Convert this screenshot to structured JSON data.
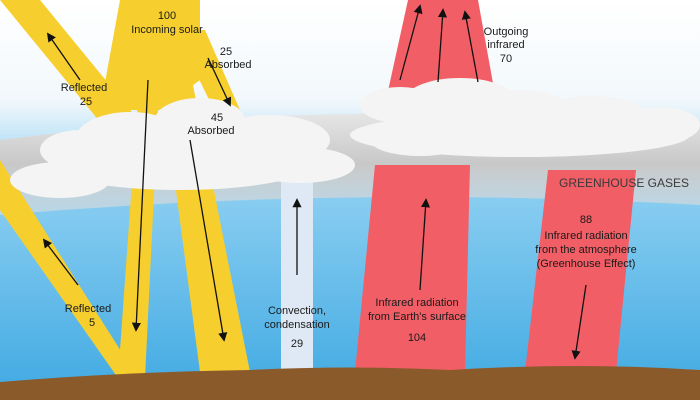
{
  "colors": {
    "sky_top": "#ffffff",
    "sky_mid": "#cfe9f7",
    "sky_bottom": "#4fb3e8",
    "ground": "#8b5a2b",
    "solar": "#f6cf2e",
    "infrared": "#f25e66",
    "convection": "#dfe9f5",
    "cloud": "#f4f4f4",
    "atmosphere_band": "#cfcfcf",
    "arrow": "#111111"
  },
  "labels": {
    "incoming_value": "100",
    "incoming_text": "Incoming solar",
    "absorbed_top_value": "25",
    "absorbed_top_text": "Absorbed",
    "reflected_top_text": "Reflected",
    "reflected_top_value": "25",
    "absorbed_mid_value": "45",
    "absorbed_mid_text": "Absorbed",
    "reflected_bottom_text": "Reflected",
    "reflected_bottom_value": "5",
    "outgoing_line1": "Outgoing",
    "outgoing_line2": "infrared",
    "outgoing_value": "70",
    "greenhouse_gases": "GREENHOUSE GASES",
    "atm_value": "88",
    "atm_line1": "Infrared radiation",
    "atm_line2": "from the atmosphere",
    "atm_line3": "(Greenhouse Effect)",
    "convection_line1": "Convection,",
    "convection_line2": "condensation",
    "convection_value": "29",
    "surface_line1": "Infrared radiation",
    "surface_line2": "from Earth's surface",
    "surface_value": "104"
  }
}
